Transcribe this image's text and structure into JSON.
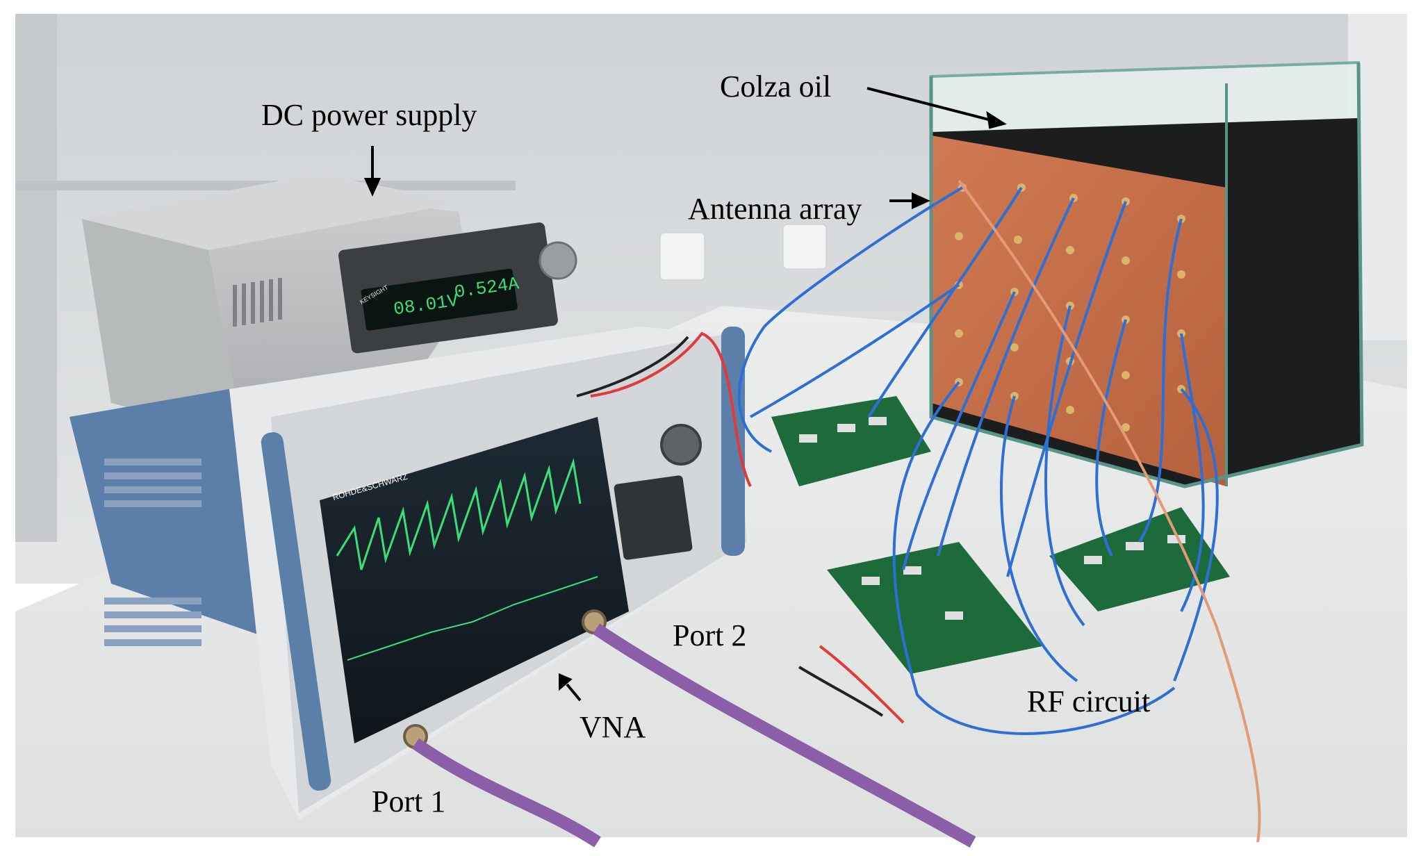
{
  "figure": {
    "labels": {
      "dc_power_supply": "DC power supply",
      "colza_oil": "Colza oil",
      "antenna_array": "Antenna array",
      "port_2": "Port 2",
      "vna": "VNA",
      "port_1": "Port 1",
      "rf_circuit": "RF circuit"
    },
    "instrument_texts": {
      "psu_brand": "KEYSIGHT",
      "psu_voltage": "08.01V",
      "psu_current": "0.524A",
      "vna_brand": "ROHDE&SCHWARZ"
    },
    "colors": {
      "wall": "#d9dcdd",
      "bench": "#e9eaea",
      "vna_frame": "#5b7fa8",
      "copper_board": "#c8714a",
      "oil": "#1b1e1c",
      "pcb": "#1d6b3a",
      "coax": "#2e6fd6",
      "display_green": "#38e07a"
    }
  }
}
